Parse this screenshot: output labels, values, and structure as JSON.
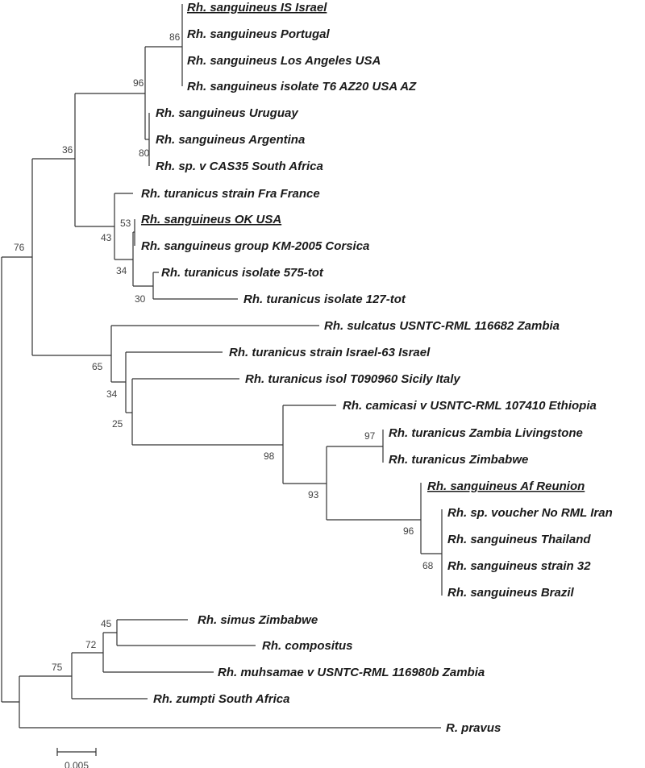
{
  "tree": {
    "leaves": [
      {
        "label": "Rh. sanguineus IS Israel",
        "underlined": true
      },
      {
        "label": "Rh. sanguineus Portugal"
      },
      {
        "label": "Rh. sanguineus Los Angeles USA"
      },
      {
        "label": "Rh. sanguineus isolate T6 AZ20 USA AZ"
      },
      {
        "label": "Rh. sanguineus Uruguay"
      },
      {
        "label": "Rh. sanguineus Argentina"
      },
      {
        "label": "Rh. sp. v CAS35 South Africa"
      },
      {
        "label": "Rh. turanicus strain Fra France"
      },
      {
        "label": "Rh. sanguineus OK USA",
        "underlined": true
      },
      {
        "label": "Rh. sanguineus group KM-2005 Corsica"
      },
      {
        "label": "Rh. turanicus isolate 575-tot"
      },
      {
        "label": "Rh. turanicus isolate 127-tot"
      },
      {
        "label": "Rh. sulcatus USNTC-RML 116682 Zambia"
      },
      {
        "label": "Rh. turanicus strain Israel-63 Israel"
      },
      {
        "label": "Rh. turanicus isol T090960 Sicily Italy"
      },
      {
        "label": "Rh. camicasi v USNTC-RML 107410 Ethiopia"
      },
      {
        "label": "Rh. turanicus Zambia Livingstone"
      },
      {
        "label": "Rh. turanicus Zimbabwe"
      },
      {
        "label": "Rh. sanguineus Af Reunion",
        "underlined": true
      },
      {
        "label": "Rh. sp. voucher No RML Iran"
      },
      {
        "label": "Rh. sanguineus Thailand"
      },
      {
        "label": "Rh. sanguineus strain 32"
      },
      {
        "label": "Rh. sanguineus Brazil"
      },
      {
        "label": "Rh. simus Zimbabwe"
      },
      {
        "label": "Rh. compositus"
      },
      {
        "label": "Rh. muhsamae v USNTC-RML 116980b Zambia"
      },
      {
        "label": "Rh. zumpti South Africa"
      },
      {
        "label": "R. pravus"
      }
    ],
    "bootstrap": [
      "86",
      "96",
      "80",
      "36",
      "43",
      "53",
      "34",
      "30",
      "76",
      "65",
      "34",
      "25",
      "98",
      "93",
      "97",
      "96",
      "68",
      "45",
      "72",
      "75"
    ]
  },
  "scale_bar": {
    "label": "0.005"
  }
}
